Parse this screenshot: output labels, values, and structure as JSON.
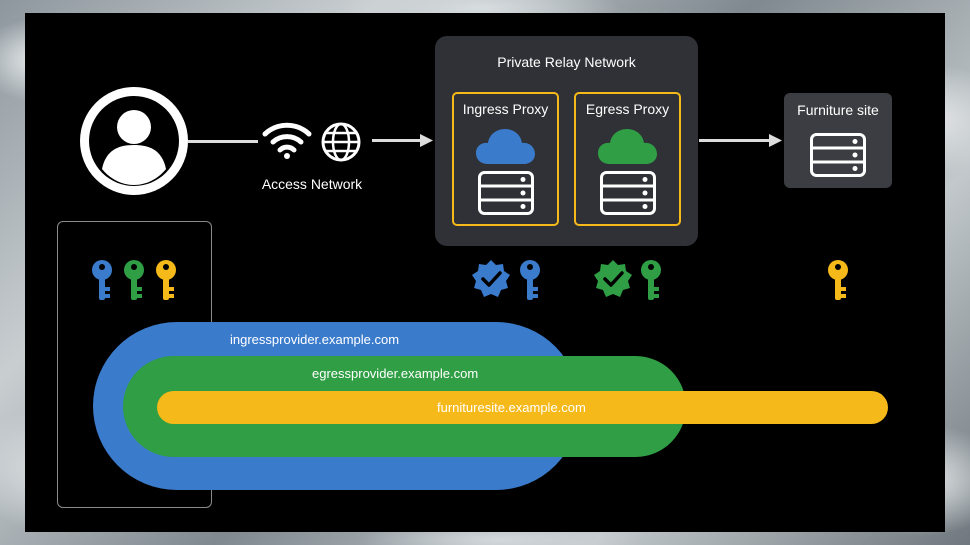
{
  "diagram": {
    "panel": {
      "title": "Private Relay Network"
    },
    "access_network": {
      "label": "Access Network"
    },
    "ingress_proxy": {
      "label": "Ingress Proxy"
    },
    "egress_proxy": {
      "label": "Egress Proxy"
    },
    "destination": {
      "label": "Furniture site"
    },
    "domains": {
      "ingress": "ingressprovider.example.com",
      "egress": "egressprovider.example.com",
      "furniture": "furnituresite.example.com"
    }
  },
  "colors": {
    "blue": "#3b7bcc",
    "green": "#2f9e45",
    "yellow": "#f5b919",
    "panel": "#2f3136",
    "background": "#000000"
  },
  "icons": {
    "user": "user-avatar-icon",
    "wifi": "wifi-icon",
    "globe": "globe-icon",
    "cloud": "cloud-icon",
    "server": "server-icon",
    "key": "key-icon",
    "verified": "verified-badge-icon"
  }
}
